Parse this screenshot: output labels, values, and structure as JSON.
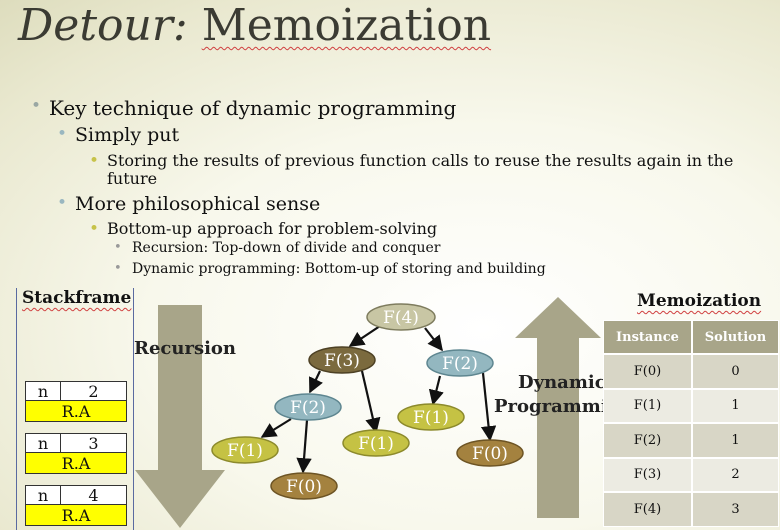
{
  "slide": {
    "title_italic": "Detour:",
    "title_rest": "Memoization"
  },
  "bullets": {
    "b1": "Key technique of dynamic programming",
    "b1_1": "Simply put",
    "b1_1_1a": "Storing the results of previous function calls to reuse the results again in the",
    "b1_1_1b": "future",
    "b1_2": "More philosophical sense",
    "b1_2_1": "Bottom-up approach for problem-solving",
    "b1_2_1_1": "Recursion: Top-down of divide and conquer",
    "b1_2_1_2": "Dynamic programming: Bottom-up of storing and building"
  },
  "stackframe": {
    "title": "Stackframe",
    "frames": [
      {
        "n_label": "n",
        "value": "2",
        "ra": "R.A"
      },
      {
        "n_label": "n",
        "value": "3",
        "ra": "R.A"
      },
      {
        "n_label": "n",
        "value": "4",
        "ra": "R.A"
      }
    ]
  },
  "labels": {
    "recursion": "Recursion",
    "dynamic_line1": "Dynamic",
    "dynamic_line2": "Programming"
  },
  "tree": {
    "nodes": [
      {
        "id": "f4",
        "text": "F(4)",
        "color": "#c8c6a4"
      },
      {
        "id": "f3",
        "text": "F(3)",
        "color": "#7b6a3e"
      },
      {
        "id": "f2a",
        "text": "F(2)",
        "color": "#93b7c0"
      },
      {
        "id": "f2b",
        "text": "F(2)",
        "color": "#93b7c0"
      },
      {
        "id": "f1a",
        "text": "F(1)",
        "color": "#c5c244"
      },
      {
        "id": "f0a",
        "text": "F(0)",
        "color": "#a4823f"
      },
      {
        "id": "f1b",
        "text": "F(1)",
        "color": "#c5c244"
      },
      {
        "id": "f1c",
        "text": "F(1)",
        "color": "#c5c244"
      },
      {
        "id": "f0b",
        "text": "F(0)",
        "color": "#a4823f"
      }
    ]
  },
  "memo": {
    "title": "Memoization",
    "headers": [
      "Instance",
      "Solution"
    ],
    "rows": [
      [
        "F(0)",
        "0"
      ],
      [
        "F(1)",
        "1"
      ],
      [
        "F(2)",
        "1"
      ],
      [
        "F(3)",
        "2"
      ],
      [
        "F(4)",
        "3"
      ]
    ]
  }
}
